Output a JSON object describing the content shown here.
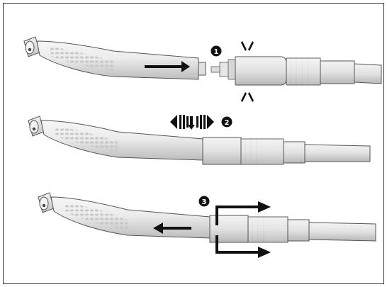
{
  "figure": {
    "steps": [
      {
        "number": "1"
      },
      {
        "number": "2"
      },
      {
        "number": "3"
      }
    ]
  },
  "colors": {
    "frame": "#333333",
    "body_light": "#ececec",
    "body_mid": "#cfcfcf",
    "outline": "#555555",
    "arrow": "#111111",
    "badge": "#111111"
  }
}
